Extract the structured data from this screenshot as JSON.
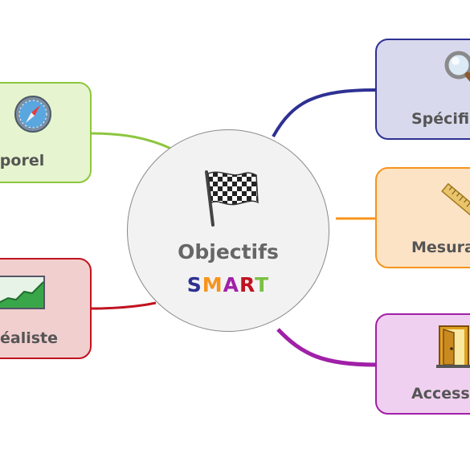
{
  "diagram": {
    "center": {
      "title": "Objectifs",
      "acronym": [
        {
          "letter": "S",
          "color": "#2e3192"
        },
        {
          "letter": "M",
          "color": "#f7941d"
        },
        {
          "letter": "A",
          "color": "#a020a8"
        },
        {
          "letter": "R",
          "color": "#c1121f"
        },
        {
          "letter": "T",
          "color": "#7ac143"
        }
      ],
      "icon": "checkered-flag-icon"
    },
    "branches": [
      {
        "id": "specifique",
        "label": "Spécifi",
        "icon": "magnifier-icon",
        "color": "#2e3192",
        "fill": "#d9d9ee"
      },
      {
        "id": "mesurable",
        "label": "Mesura",
        "icon": "ruler-pencil-icon",
        "color": "#f7941d",
        "fill": "#fde3c6"
      },
      {
        "id": "accessible",
        "label": "Access",
        "icon": "open-door-icon",
        "color": "#a020a8",
        "fill": "#f0d0f0"
      },
      {
        "id": "realiste",
        "label": "éaliste",
        "icon": "growth-chart-icon",
        "color": "#c1121f",
        "fill": "#f2cfcf"
      },
      {
        "id": "temporel",
        "label": "mporel",
        "icon": "compass-icon",
        "color": "#8dc63f",
        "fill": "#e6f4cf"
      }
    ]
  }
}
